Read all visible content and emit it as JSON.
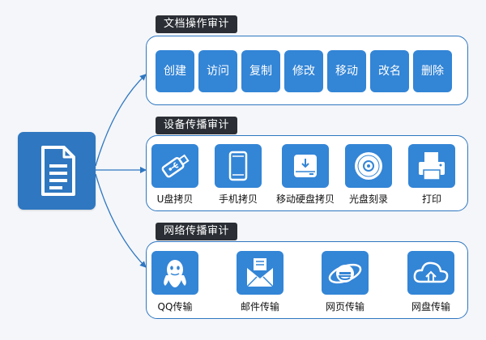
{
  "colors": {
    "accent": "#3385d6",
    "panel_border": "#2f77c0",
    "tag_bg": "#2b2f35",
    "background": "#f4f6fa"
  },
  "sections": {
    "doc_ops": {
      "title": "文档操作审计",
      "items": [
        "创建",
        "访问",
        "复制",
        "修改",
        "移动",
        "改名",
        "删除"
      ]
    },
    "device": {
      "title": "设备传播审计",
      "items": [
        {
          "label": "U盘拷贝",
          "icon": "usb-drive-icon"
        },
        {
          "label": "手机拷贝",
          "icon": "smartphone-icon"
        },
        {
          "label": "移动硬盘拷贝",
          "icon": "external-hdd-icon"
        },
        {
          "label": "光盘刻录",
          "icon": "optical-disc-icon"
        },
        {
          "label": "打印",
          "icon": "printer-icon"
        }
      ]
    },
    "network": {
      "title": "网络传播审计",
      "items": [
        {
          "label": "QQ传输",
          "icon": "qq-penguin-icon"
        },
        {
          "label": "邮件传输",
          "icon": "envelope-icon"
        },
        {
          "label": "网页传输",
          "icon": "web-browser-icon"
        },
        {
          "label": "网盘传输",
          "icon": "cloud-upload-icon"
        }
      ]
    }
  },
  "central_icon": "document-icon"
}
